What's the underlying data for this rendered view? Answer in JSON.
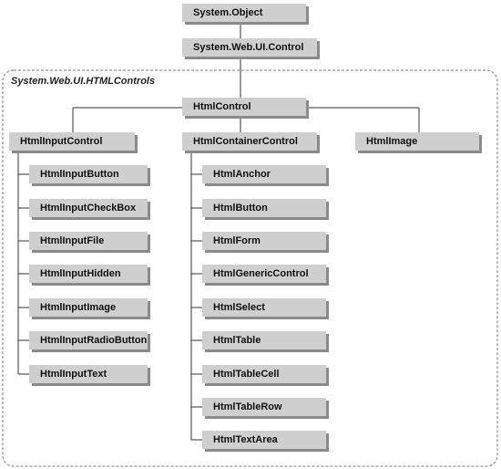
{
  "diagram": {
    "namespace_label": "System.Web.UI.HTMLControls",
    "nodes": [
      {
        "id": "system_object",
        "label": "System.Object"
      },
      {
        "id": "system_web_ui_control",
        "label": "System.Web.UI.Control"
      },
      {
        "id": "html_control",
        "label": "HtmlControl"
      },
      {
        "id": "html_input_control",
        "label": "HtmlInputControl"
      },
      {
        "id": "html_container_control",
        "label": "HtmlContainerControl"
      },
      {
        "id": "html_image",
        "label": "HtmlImage"
      },
      {
        "id": "html_input_button",
        "label": "HtmlInputButton"
      },
      {
        "id": "html_input_checkbox",
        "label": "HtmlInputCheckBox"
      },
      {
        "id": "html_input_file",
        "label": "HtmlInputFile"
      },
      {
        "id": "html_input_hidden",
        "label": "HtmlInputHidden"
      },
      {
        "id": "html_input_image",
        "label": "HtmlInputImage"
      },
      {
        "id": "html_input_radio_button",
        "label": "HtmlInputRadioButton"
      },
      {
        "id": "html_input_text",
        "label": "HtmlInputText"
      },
      {
        "id": "html_anchor",
        "label": "HtmlAnchor"
      },
      {
        "id": "html_button",
        "label": "HtmlButton"
      },
      {
        "id": "html_form",
        "label": "HtmlForm"
      },
      {
        "id": "html_generic_control",
        "label": "HtmlGenericControl"
      },
      {
        "id": "html_select",
        "label": "HtmlSelect"
      },
      {
        "id": "html_table",
        "label": "HtmlTable"
      },
      {
        "id": "html_table_cell",
        "label": "HtmlTableCell"
      },
      {
        "id": "html_table_row",
        "label": "HtmlTableRow"
      },
      {
        "id": "html_text_area",
        "label": "HtmlTextArea"
      }
    ],
    "edges": [
      [
        "system_object",
        "system_web_ui_control"
      ],
      [
        "system_web_ui_control",
        "html_control"
      ],
      [
        "html_control",
        "html_input_control"
      ],
      [
        "html_control",
        "html_container_control"
      ],
      [
        "html_control",
        "html_image"
      ],
      [
        "html_input_control",
        "html_input_button"
      ],
      [
        "html_input_control",
        "html_input_checkbox"
      ],
      [
        "html_input_control",
        "html_input_file"
      ],
      [
        "html_input_control",
        "html_input_hidden"
      ],
      [
        "html_input_control",
        "html_input_image"
      ],
      [
        "html_input_control",
        "html_input_radio_button"
      ],
      [
        "html_input_control",
        "html_input_text"
      ],
      [
        "html_container_control",
        "html_anchor"
      ],
      [
        "html_container_control",
        "html_button"
      ],
      [
        "html_container_control",
        "html_form"
      ],
      [
        "html_container_control",
        "html_generic_control"
      ],
      [
        "html_container_control",
        "html_select"
      ],
      [
        "html_container_control",
        "html_table"
      ],
      [
        "html_container_control",
        "html_table_cell"
      ],
      [
        "html_container_control",
        "html_table_row"
      ],
      [
        "html_container_control",
        "html_text_area"
      ]
    ]
  }
}
